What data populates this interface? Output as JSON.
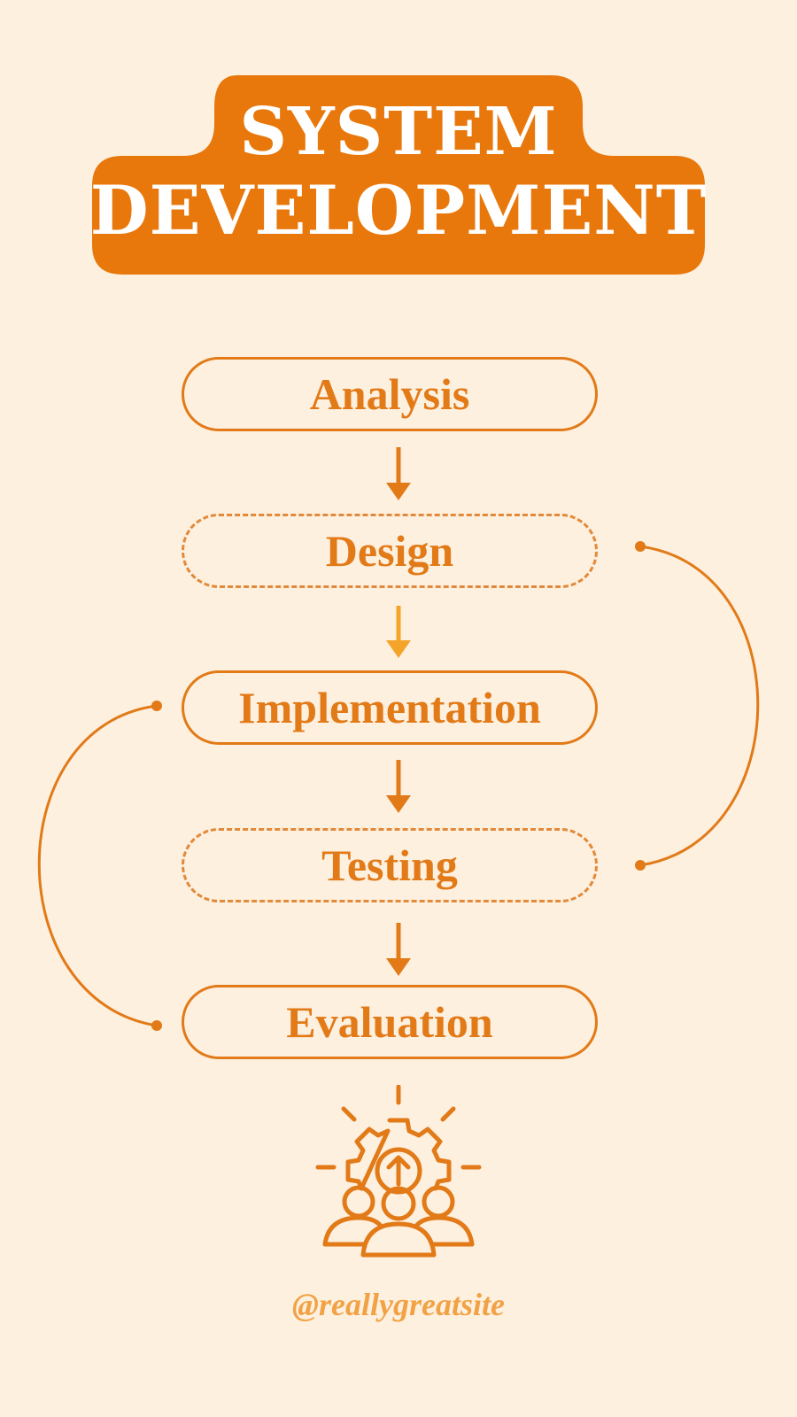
{
  "title": {
    "line1": "SYSTEM",
    "line2": "DEVELOPMENT"
  },
  "steps": [
    {
      "label": "Analysis",
      "style": "solid"
    },
    {
      "label": "Design",
      "style": "dashed"
    },
    {
      "label": "Implementation",
      "style": "solid"
    },
    {
      "label": "Testing",
      "style": "dashed"
    },
    {
      "label": "Evaluation",
      "style": "solid"
    }
  ],
  "icon": "team-gear-innovation-icon",
  "footer": {
    "handle": "@reallygreatsite"
  },
  "colors": {
    "background": "#fdf0df",
    "accent": "#e27a18",
    "title_bg": "#e8780c",
    "light_accent": "#f5a42a",
    "handle": "#f2a245"
  }
}
